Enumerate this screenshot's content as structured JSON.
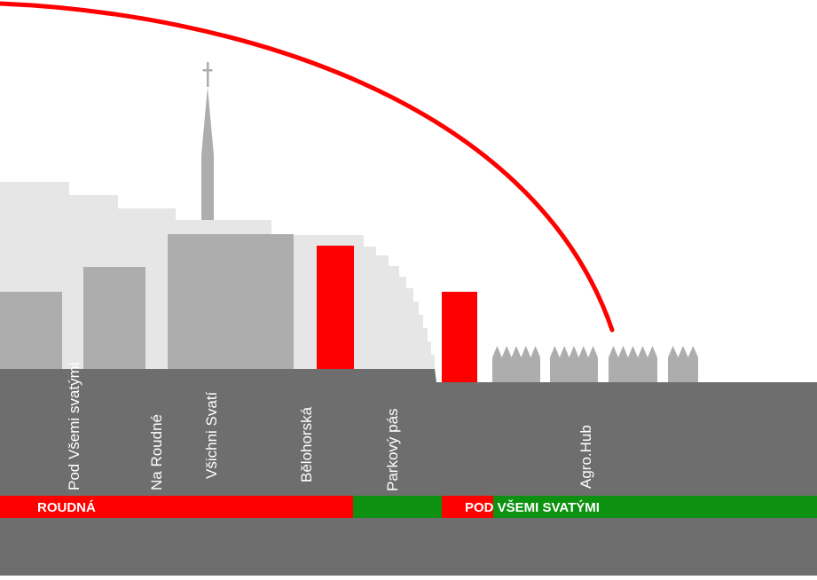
{
  "colors": {
    "ground": "#6e6e6e",
    "building_mid": "#adadad",
    "building_light": "#e6e6e6",
    "highlight": "#ff0000",
    "green": "#0d9111",
    "arc": "#ff0000"
  },
  "streets": [
    {
      "label": "Pod Všemi svatými"
    },
    {
      "label": "Na Roudné"
    },
    {
      "label": "Všichni Svatí"
    },
    {
      "label": "Bělohorská"
    },
    {
      "label": "Parkový pás"
    },
    {
      "label": "Agro.Hub"
    }
  ],
  "zones": [
    {
      "label": "ROUDNÁ"
    },
    {
      "label": "POD VŠEMI SVATÝMI"
    }
  ]
}
